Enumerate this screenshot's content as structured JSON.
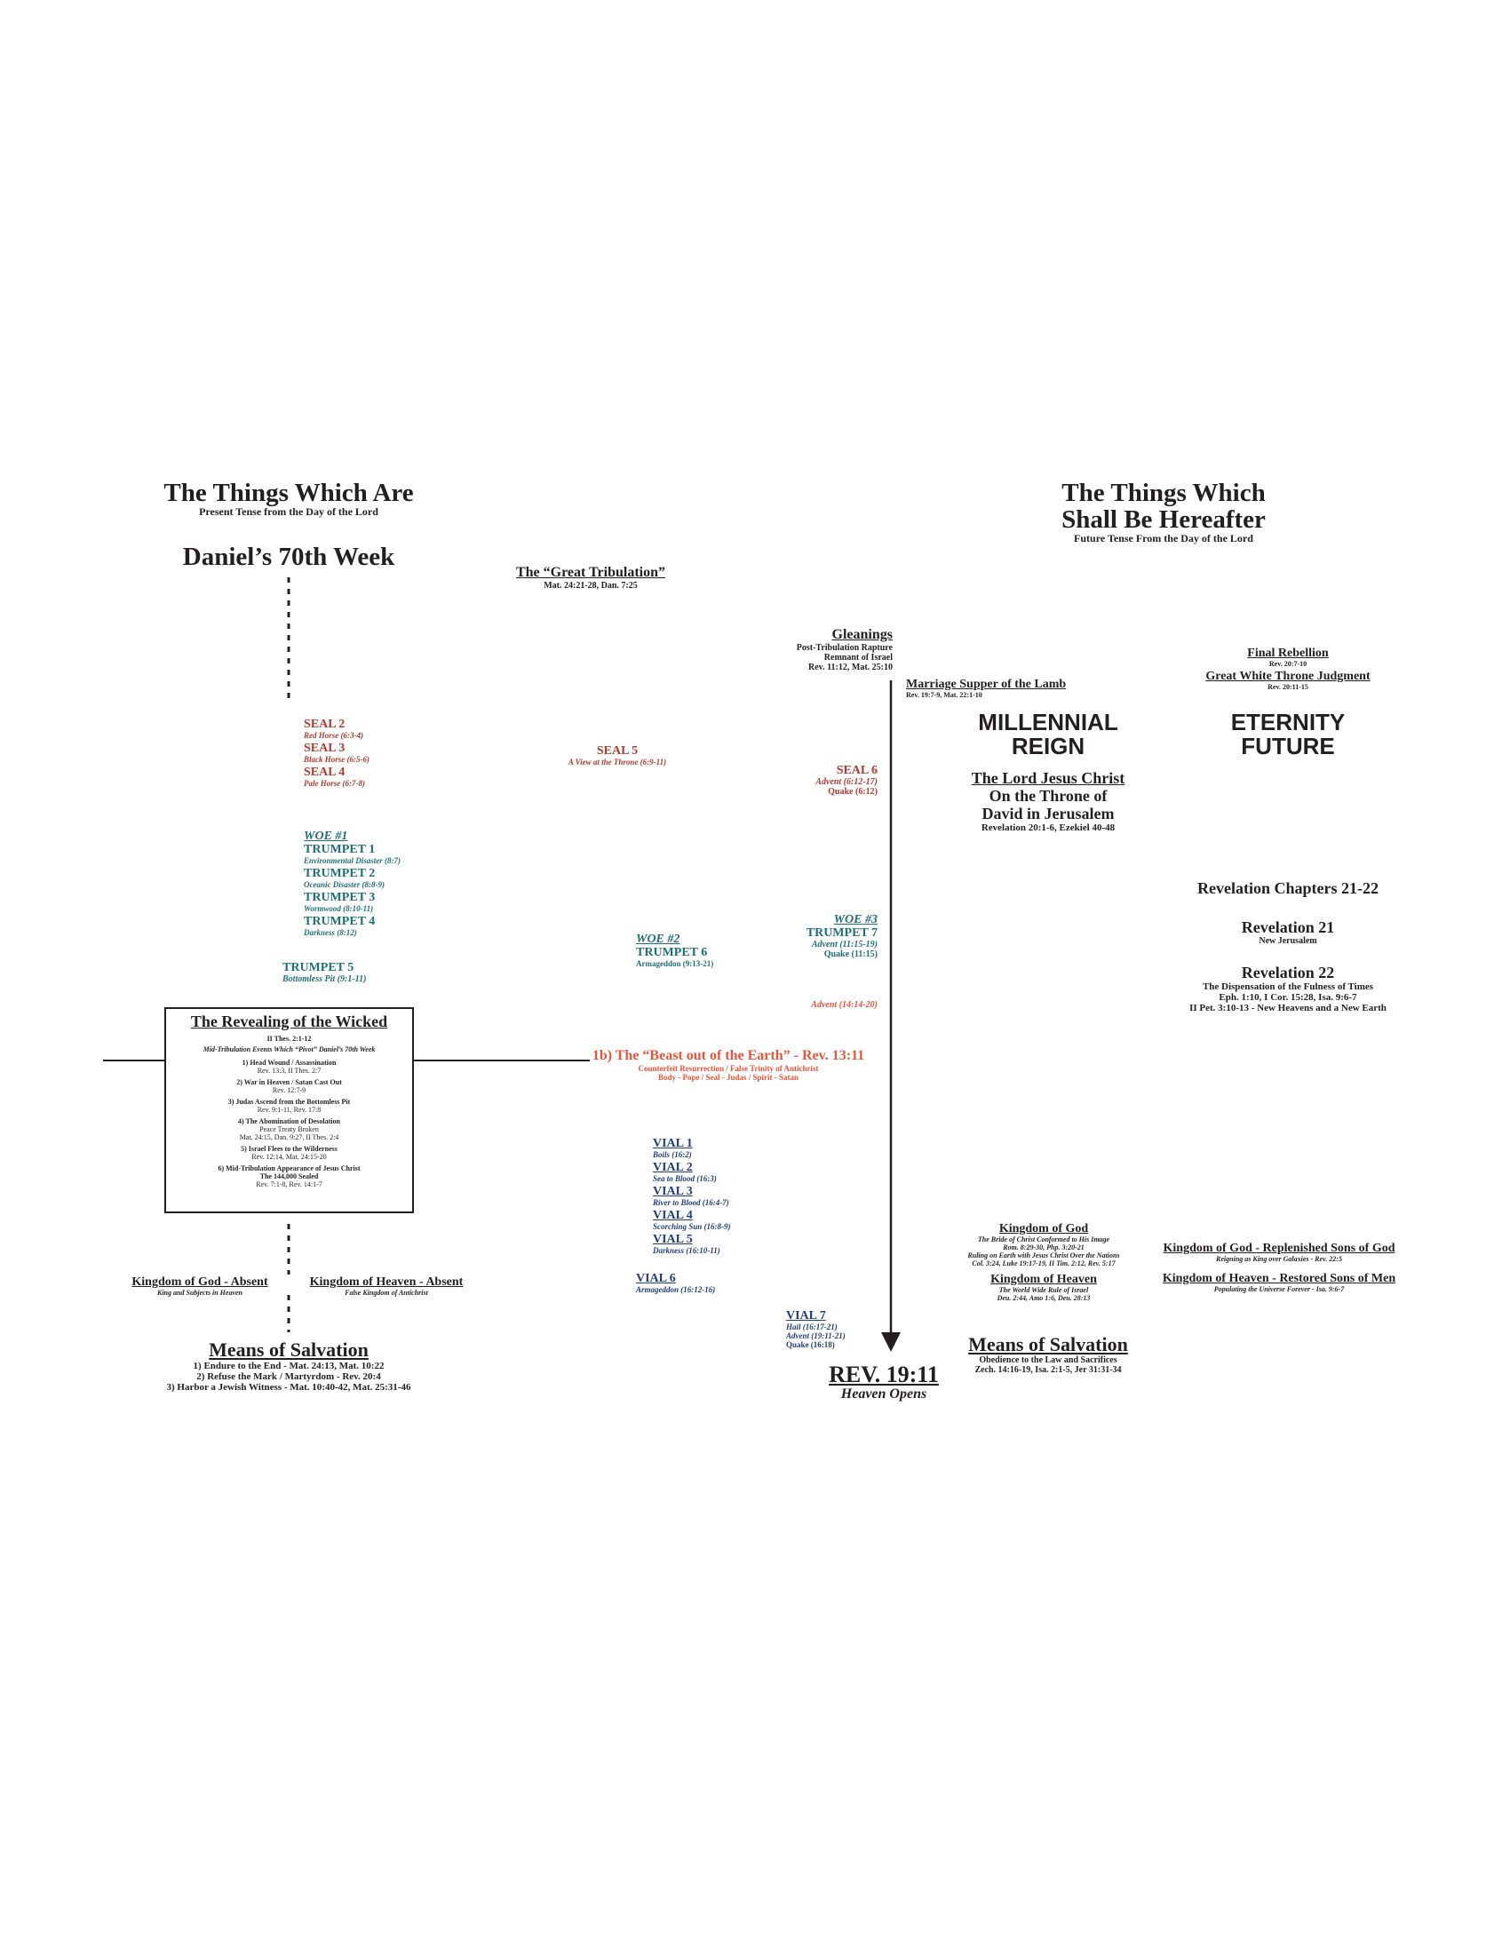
{
  "left_header": {
    "title": "The Things Which Are",
    "subtitle": "Present Tense from the Day of the Lord",
    "week_title": "Daniel’s 70th Week"
  },
  "right_header": {
    "title_line1": "The Things Which",
    "title_line2": "Shall Be Hereafter",
    "subtitle": "Future Tense From the Day of the Lord"
  },
  "great_tribulation": {
    "title": "The “Great Tribulation”",
    "refs": "Mat. 24:21-28, Dan. 7:25"
  },
  "gleanings": {
    "title": "Gleanings",
    "line1": "Post-Tribulation Rapture",
    "line2": "Remnant of Israel",
    "refs": "Rev. 11:12, Mat. 25:10"
  },
  "marriage_supper": {
    "title": "Marriage Supper of the Lamb",
    "refs": "Rev. 19:7-9, Mat. 22:1-10"
  },
  "final_rebellion": {
    "title": "Final Rebellion",
    "refs": "Rev. 20:7-10"
  },
  "white_throne": {
    "title": "Great White Throne Judgment",
    "refs": "Rev. 20:11-15"
  },
  "millennial": {
    "line1": "MILLENNIAL",
    "line2": "REIGN",
    "sub_title": "The Lord Jesus Christ",
    "sub_line1": "On the Throne of",
    "sub_line2": "David in Jerusalem",
    "refs": "Revelation 20:1-6, Ezekiel 40-48"
  },
  "eternity": {
    "line1": "ETERNITY",
    "line2": "FUTURE"
  },
  "revelation_chapters": {
    "title": "Revelation Chapters 21-22",
    "rev21_title": "Revelation 21",
    "rev21_sub": "New Jerusalem",
    "rev22_title": "Revelation 22",
    "rev22_line1": "The Dispensation of the Fulness of Times",
    "rev22_line2": "Eph. 1:10, I Cor. 15:28, Isa. 9:6-7",
    "rev22_line3": "II Pet. 3:10-13 - New Heavens and a New Earth"
  },
  "seals_left": [
    {
      "title": "SEAL 2",
      "sub": "Red Horse (6:3-4)"
    },
    {
      "title": "SEAL 3",
      "sub": "Black Horse (6:5-6)"
    },
    {
      "title": "SEAL 4",
      "sub": "Pale Horse (6:7-8)"
    }
  ],
  "seal5": {
    "title": "SEAL 5",
    "sub": "A View at the Throne (6:9-11)"
  },
  "seal6": {
    "title": "SEAL 6",
    "sub1": "Advent (6:12-17)",
    "sub2": "Quake (6:12)"
  },
  "woe1": {
    "title": "WOE #1",
    "trumpets": [
      {
        "title": "TRUMPET 1",
        "sub": "Environmental Disaster (8:7)"
      },
      {
        "title": "TRUMPET 2",
        "sub": "Oceanic Disaster (8:8-9)"
      },
      {
        "title": "TRUMPET 3",
        "sub": "Wormwood (8:10-11)"
      },
      {
        "title": "TRUMPET 4",
        "sub": "Darkness (8:12)"
      }
    ]
  },
  "trumpet5": {
    "title": "TRUMPET 5",
    "sub": "Bottomless Pit (9:1-11)"
  },
  "woe2": {
    "title": "WOE #2",
    "trumpet": "TRUMPET 6",
    "sub": "Armageddon (9:13-21)"
  },
  "woe3": {
    "title": "WOE #3",
    "trumpet": "TRUMPET 7",
    "sub1": "Advent (11:15-19)",
    "sub2": "Quake (11:15)"
  },
  "advent_1414": {
    "text": "Advent (14:14-20)"
  },
  "revealing": {
    "title": "The Revealing of the Wicked",
    "refs": "II Thes. 2:1-12",
    "subtitle": "Mid-Tribulation Events Which “Pivot” Daniel’s 70th Week",
    "items": [
      {
        "title": "1) Head Wound / Assassination",
        "refs": "Rev. 13:3, II Thes. 2:7"
      },
      {
        "title": "2) War in Heaven / Satan Cast Out",
        "refs": "Rev. 12:7-9"
      },
      {
        "title": "3) Judas Ascend from the Bottomless Pit",
        "refs": "Rev. 9:1-11, Rev. 17:8"
      },
      {
        "title": "4) The Abomination of Desolation",
        "refs": "Peace Treaty Broken",
        "refs2": "Mat. 24:15, Dan. 9:27, II Thes. 2:4"
      },
      {
        "title": "5) Israel Flees to the Wilderness",
        "refs": "Rev. 12:14, Mat. 24:15-20"
      },
      {
        "title": "6) Mid-Tribulation Appearance of Jesus Christ",
        "refs": "The 144,000 Sealed",
        "refs2": "Rev. 7:1-8, Rev. 14:1-7"
      }
    ]
  },
  "beast": {
    "title": "1b) The “Beast out of the Earth” - Rev. 13:11",
    "line1": "Counterfeit Resurrection / False Trinity of Antichrist",
    "line2": "Body - Pope / Seal - Judas / Spirit - Satan"
  },
  "vials": [
    {
      "title": "VIAL 1",
      "sub": "Boils (16:2)"
    },
    {
      "title": "VIAL 2",
      "sub": "Sea to Blood (16:3)"
    },
    {
      "title": "VIAL 3",
      "sub": "River to Blood (16:4-7)"
    },
    {
      "title": "VIAL 4",
      "sub": "Scorching Sun (16:8-9)"
    },
    {
      "title": "VIAL 5",
      "sub": "Darkness (16:10-11)"
    }
  ],
  "vial6": {
    "title": "VIAL 6",
    "sub": "Armageddon (16:12-16)"
  },
  "vial7": {
    "title": "VIAL 7",
    "sub1": "Hail (16:17-21)",
    "sub2": "Advent (19:11-21)",
    "sub3": "Quake (16:18)"
  },
  "rev1911": {
    "title": "REV. 19:11",
    "sub": "Heaven Opens"
  },
  "kingdom_left": {
    "god_title": "Kingdom of God - Absent",
    "god_sub": "King and Subjects in Heaven",
    "heaven_title": "Kingdom of Heaven - Absent",
    "heaven_sub": "False Kingdom of Antichrist"
  },
  "salvation_left": {
    "title": "Means of Salvation",
    "items": [
      "1) Endure to the End - Mat. 24:13, Mat. 10:22",
      "2) Refuse the Mark / Martyrdom - Rev. 20:4",
      "3) Harbor a Jewish Witness - Mat. 10:40-42, Mat. 25:31-46"
    ]
  },
  "kingdom_mid": {
    "god_title": "Kingdom of God",
    "god_line1": "The Bride of Christ Conformed to His Image",
    "god_line2": "Rom. 8:29-30, Php. 3:20-21",
    "god_line3": "Ruling on Earth with Jesus Christ Over the Nations",
    "god_line4": "Col. 3:24, Luke 19:17-19, II Tim. 2:12, Rev. 5:17",
    "heaven_title": "Kingdom of Heaven",
    "heaven_line1": "The World Wide Rule of Israel",
    "heaven_line2": "Deu. 2:44, Amo 1:6, Deu. 28:13"
  },
  "salvation_right": {
    "title": "Means of Salvation",
    "line1": "Obedience to the Law and Sacrifices",
    "line2": "Zech. 14:16-19, Isa. 2:1-5, Jer 31:31-34"
  },
  "kingdom_right": {
    "god_title": "Kingdom of God - Replenished Sons of God",
    "god_sub": "Reigning as King over Galaxies - Rev. 22:5",
    "heaven_title": "Kingdom of Heaven - Restored Sons of Men",
    "heaven_sub": "Populating the Universe Forever - Isa. 9:6-7"
  }
}
